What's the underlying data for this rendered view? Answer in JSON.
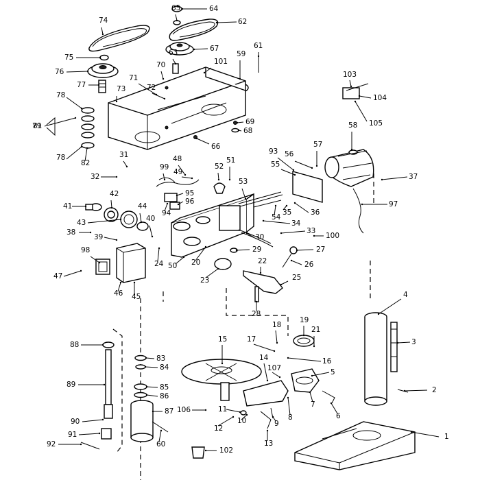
{
  "callouts": [
    "1",
    "2",
    "3",
    "4",
    "5",
    "6",
    "7",
    "8",
    "9",
    "10",
    "11",
    "12",
    "13",
    "14",
    "15",
    "16",
    "17",
    "18",
    "19",
    "20",
    "21",
    "22",
    "23",
    "24",
    "25",
    "26",
    "27",
    "28",
    "29",
    "30",
    "31",
    "32",
    "33",
    "34",
    "35",
    "36",
    "37",
    "38",
    "39",
    "40",
    "41",
    "42",
    "43",
    "44",
    "45",
    "46",
    "47",
    "48",
    "49",
    "50",
    "51",
    "52",
    "53",
    "54",
    "55",
    "56",
    "57",
    "58",
    "59",
    "60",
    "61",
    "62",
    "63",
    "64",
    "65",
    "66",
    "67",
    "68",
    "69",
    "70",
    "71",
    "72",
    "73",
    "74",
    "75",
    "76",
    "77",
    "78",
    "78",
    "79",
    "80",
    "81",
    "82",
    "83",
    "84",
    "85",
    "86",
    "87",
    "88",
    "89",
    "90",
    "91",
    "92",
    "93",
    "94",
    "95",
    "96",
    "97",
    "98",
    "99",
    "100",
    "101",
    "102",
    "103",
    "104",
    "105",
    "106",
    "107"
  ]
}
